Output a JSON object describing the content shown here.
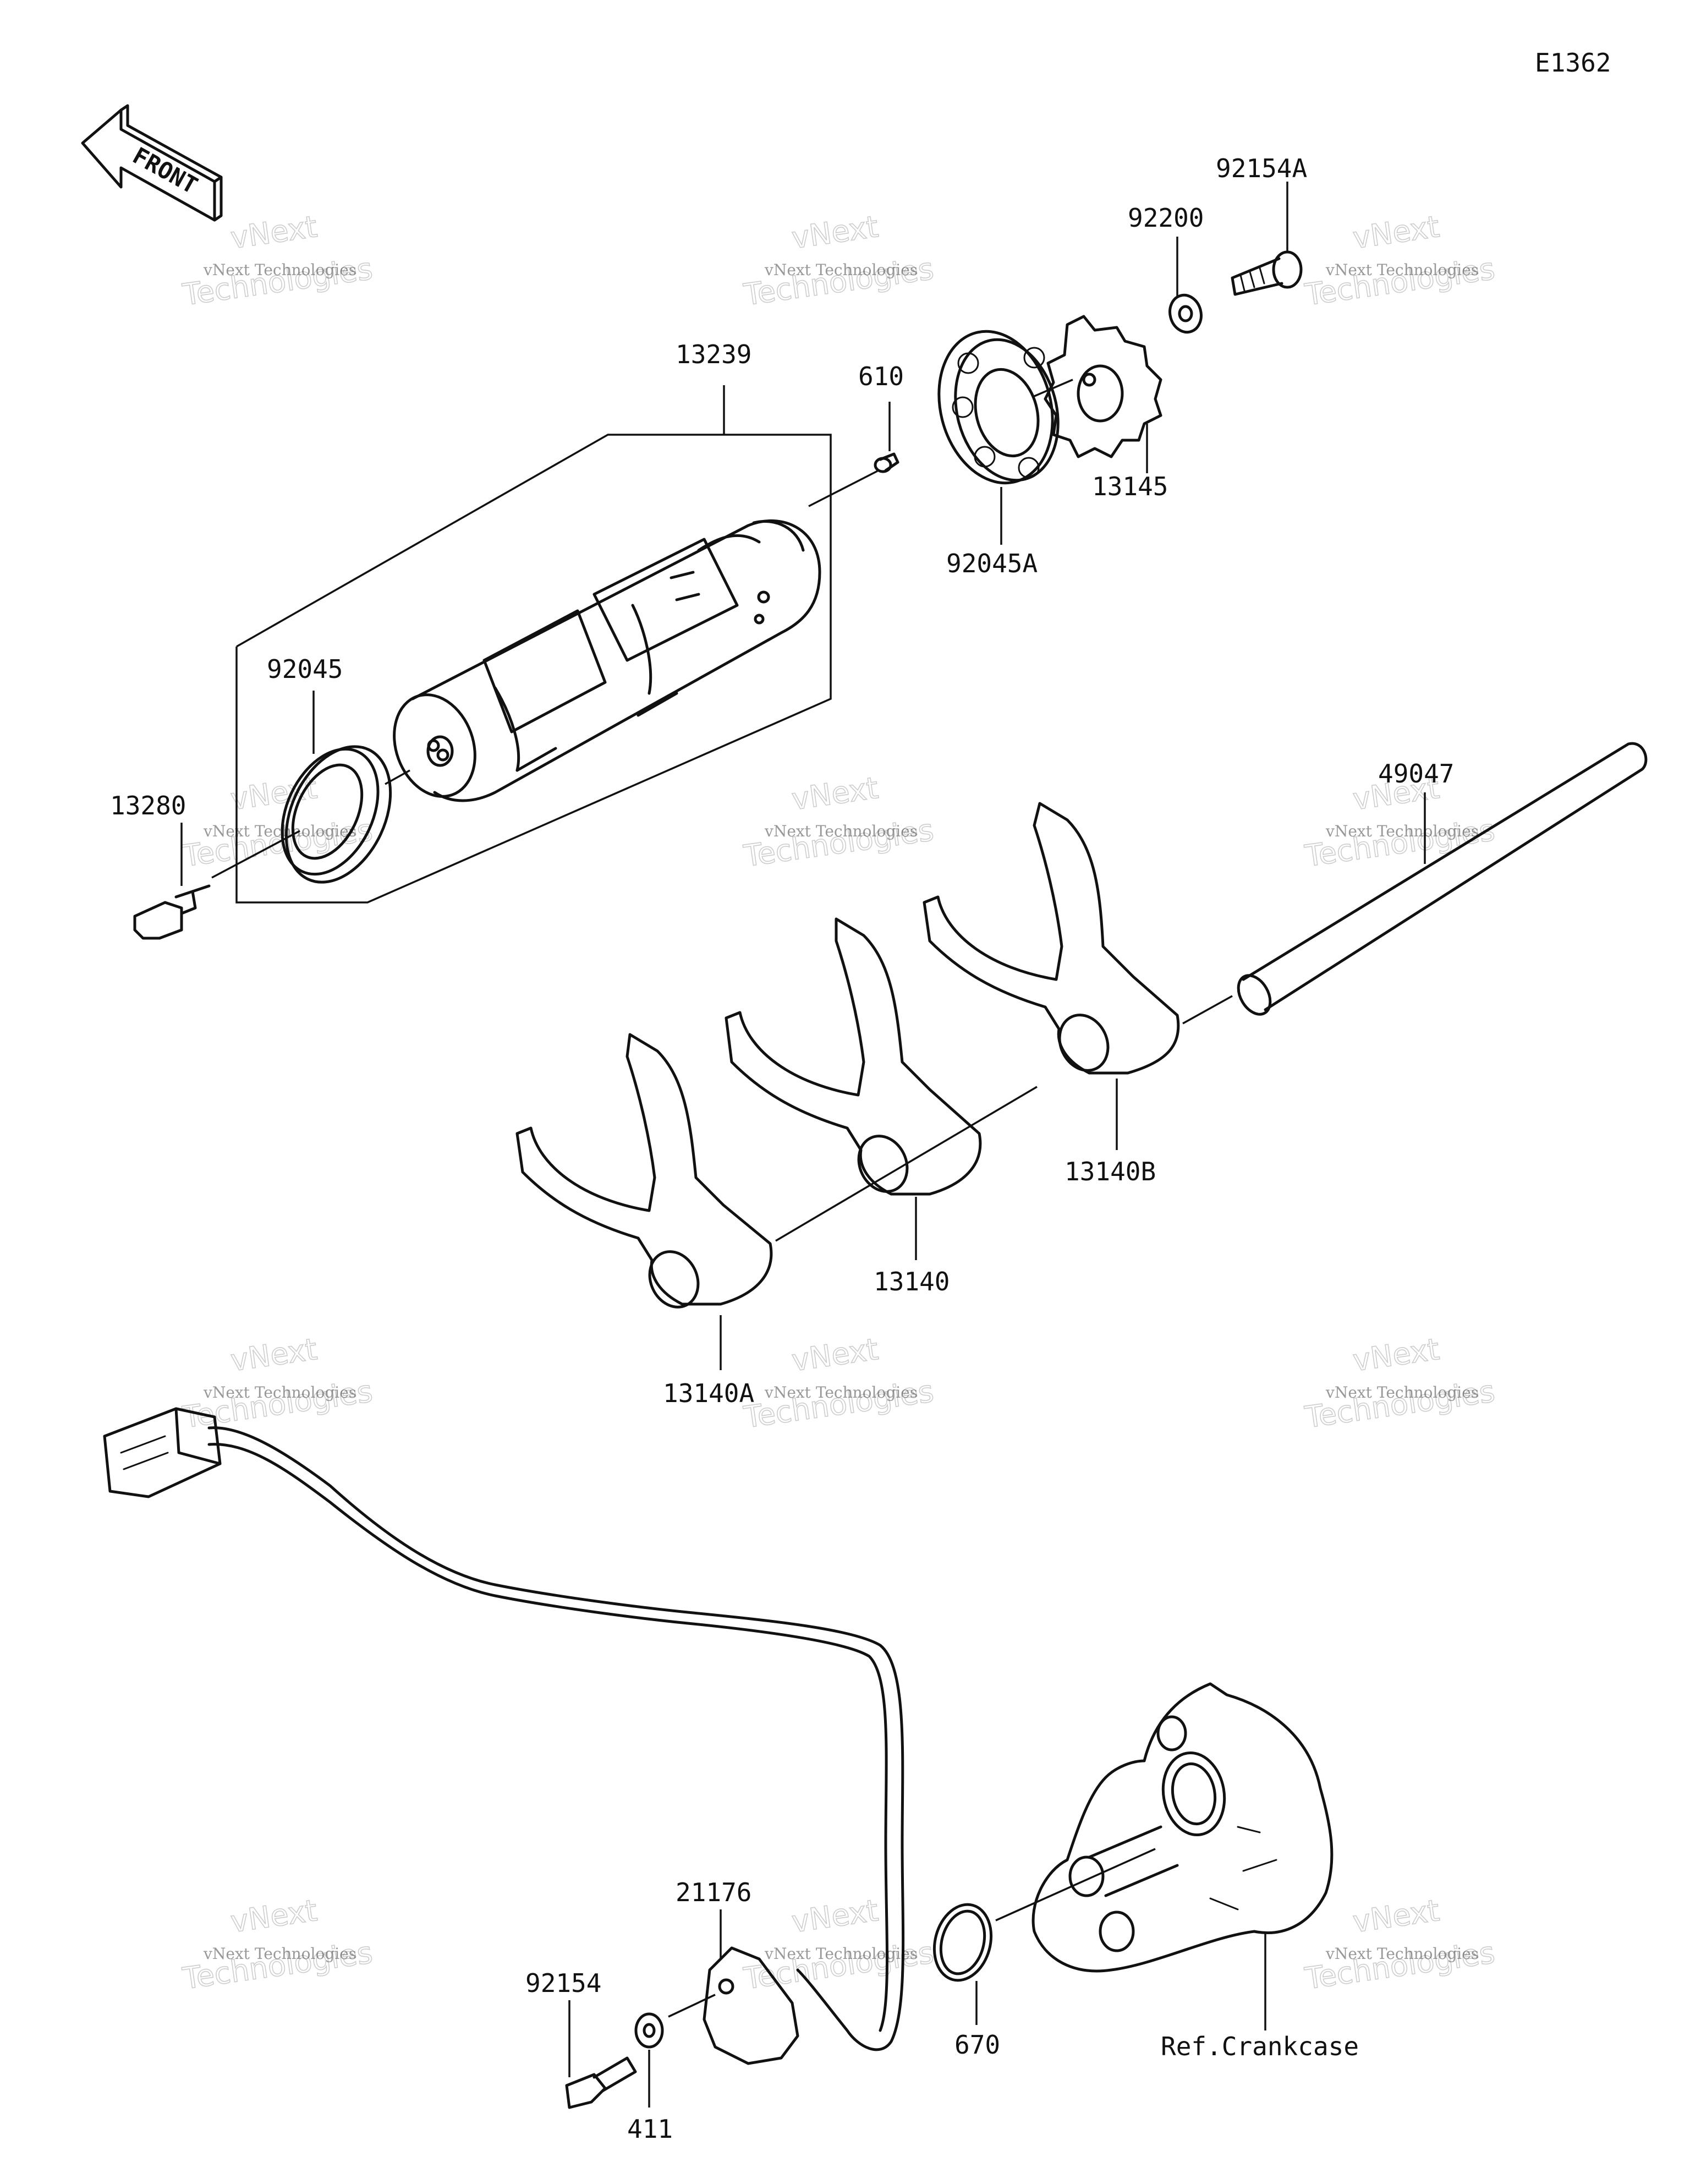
{
  "diagram_code": "E1362",
  "front_arrow_label": "FRONT",
  "watermark": {
    "line1": "vNext Technologies",
    "line2": "vNext",
    "line3": "Technologies"
  },
  "parts": {
    "p92154A": "92154A",
    "p92200": "92200",
    "p13239": "13239",
    "p610": "610",
    "p13145": "13145",
    "p92045A": "92045A",
    "p92045": "92045",
    "p13280": "13280",
    "p49047": "49047",
    "p13140B": "13140B",
    "p13140": "13140",
    "p13140A": "13140A",
    "p21176": "21176",
    "p92154": "92154",
    "p670": "670",
    "p411": "411",
    "ref_crankcase": "Ref.Crankcase"
  }
}
